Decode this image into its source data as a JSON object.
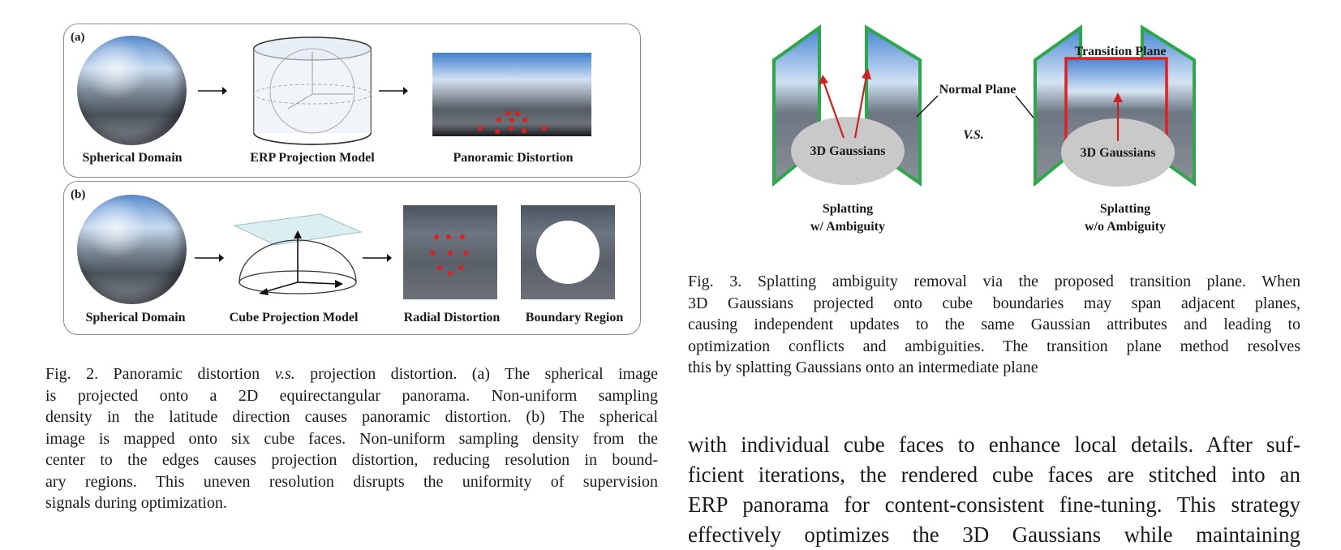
{
  "fig2": {
    "panel_a": {
      "tag": "(a)",
      "labels": [
        "Spherical Domain",
        "ERP Projection Model",
        "Panoramic Distortion"
      ]
    },
    "panel_b": {
      "tag": "(b)",
      "labels": [
        "Spherical Domain",
        "Cube Projection Model",
        "Radial Distortion",
        "Boundary Region"
      ]
    },
    "caption_lines": [
      "Fig. 2.  Panoramic distortion v.s. projection distortion. (a) The spherical image",
      "is projected onto a 2D equirectangular panorama. Non-uniform sampling",
      "density in the latitude direction causes panoramic distortion. (b) The spherical",
      "image is mapped onto six cube faces. Non-uniform sampling density from the",
      "center to the edges causes projection distortion, reducing resolution in bound-",
      "ary regions. This uneven resolution disrupts the uniformity of supervision",
      "signals during optimization."
    ]
  },
  "fig3": {
    "normal_plane": "Normal Plane",
    "transition_plane": "Transition Plane",
    "vs": "V.S.",
    "gaussians_left": "3D Gaussians",
    "gaussians_right": "3D Gaussians",
    "left_label_1": "Splatting",
    "left_label_2": "w/ Ambiguity",
    "right_label_1": "Splatting",
    "right_label_2": "w/o  Ambiguity",
    "caption_lines": [
      "Fig. 3.  Splatting ambiguity removal via the proposed transition plane. When",
      "3D Gaussians projected onto cube boundaries may span adjacent planes,",
      "causing independent updates to the same Gaussian attributes and leading to",
      "optimization conflicts and ambiguities. The transition plane method resolves",
      "this by splatting Gaussians onto an intermediate plane"
    ]
  },
  "body_lines": [
    "with individual cube faces to enhance local details. After suf-",
    "ficient iterations, the rendered cube faces are stitched into an",
    "ERP panorama for content-consistent fine-tuning. This strategy",
    "effectively optimizes the 3D Gaussians while maintaining"
  ],
  "colors": {
    "accent_red": "#e02020",
    "plane_green": "#2ca84a",
    "gaussian_gray": "#c9c9c9",
    "panel_border": "#8a8a8a"
  }
}
